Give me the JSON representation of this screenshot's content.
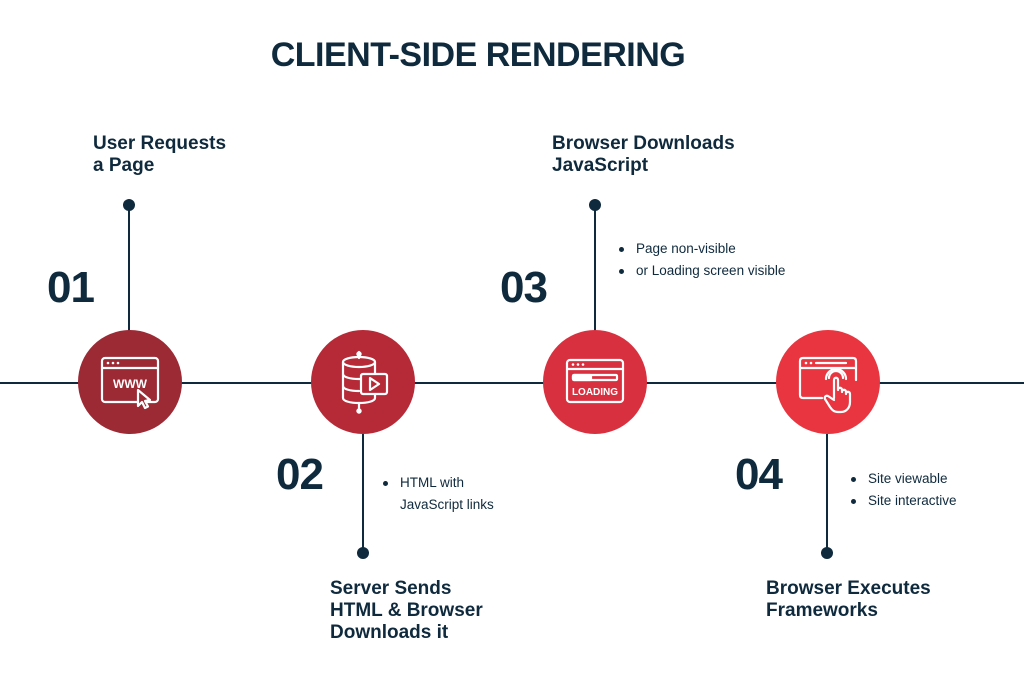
{
  "title": "CLIENT-SIDE RENDERING",
  "colors": {
    "navy": "#0f2a3d",
    "step1": "#9b2a35",
    "step2": "#b62a38",
    "step3": "#d9303f",
    "step4": "#e8353f"
  },
  "steps": [
    {
      "number": "01",
      "title": [
        "User Requests",
        "a Page"
      ],
      "icon": "www-browser-cursor-icon",
      "bullets": []
    },
    {
      "number": "02",
      "title": [
        "Server Sends",
        "HTML & Browser",
        "Downloads it"
      ],
      "icon": "server-database-play-icon",
      "bullets": [
        "HTML with",
        "JavaScript links"
      ]
    },
    {
      "number": "03",
      "title": [
        "Browser Downloads",
        "JavaScript"
      ],
      "icon": "loading-window-icon",
      "icon_text": "LOADING",
      "bullets": [
        "Page non-visible",
        "or Loading screen visible"
      ]
    },
    {
      "number": "04",
      "title": [
        "Browser Executes",
        "Frameworks"
      ],
      "icon": "browser-touch-hand-icon",
      "bullets": [
        "Site viewable",
        "Site interactive"
      ]
    }
  ]
}
